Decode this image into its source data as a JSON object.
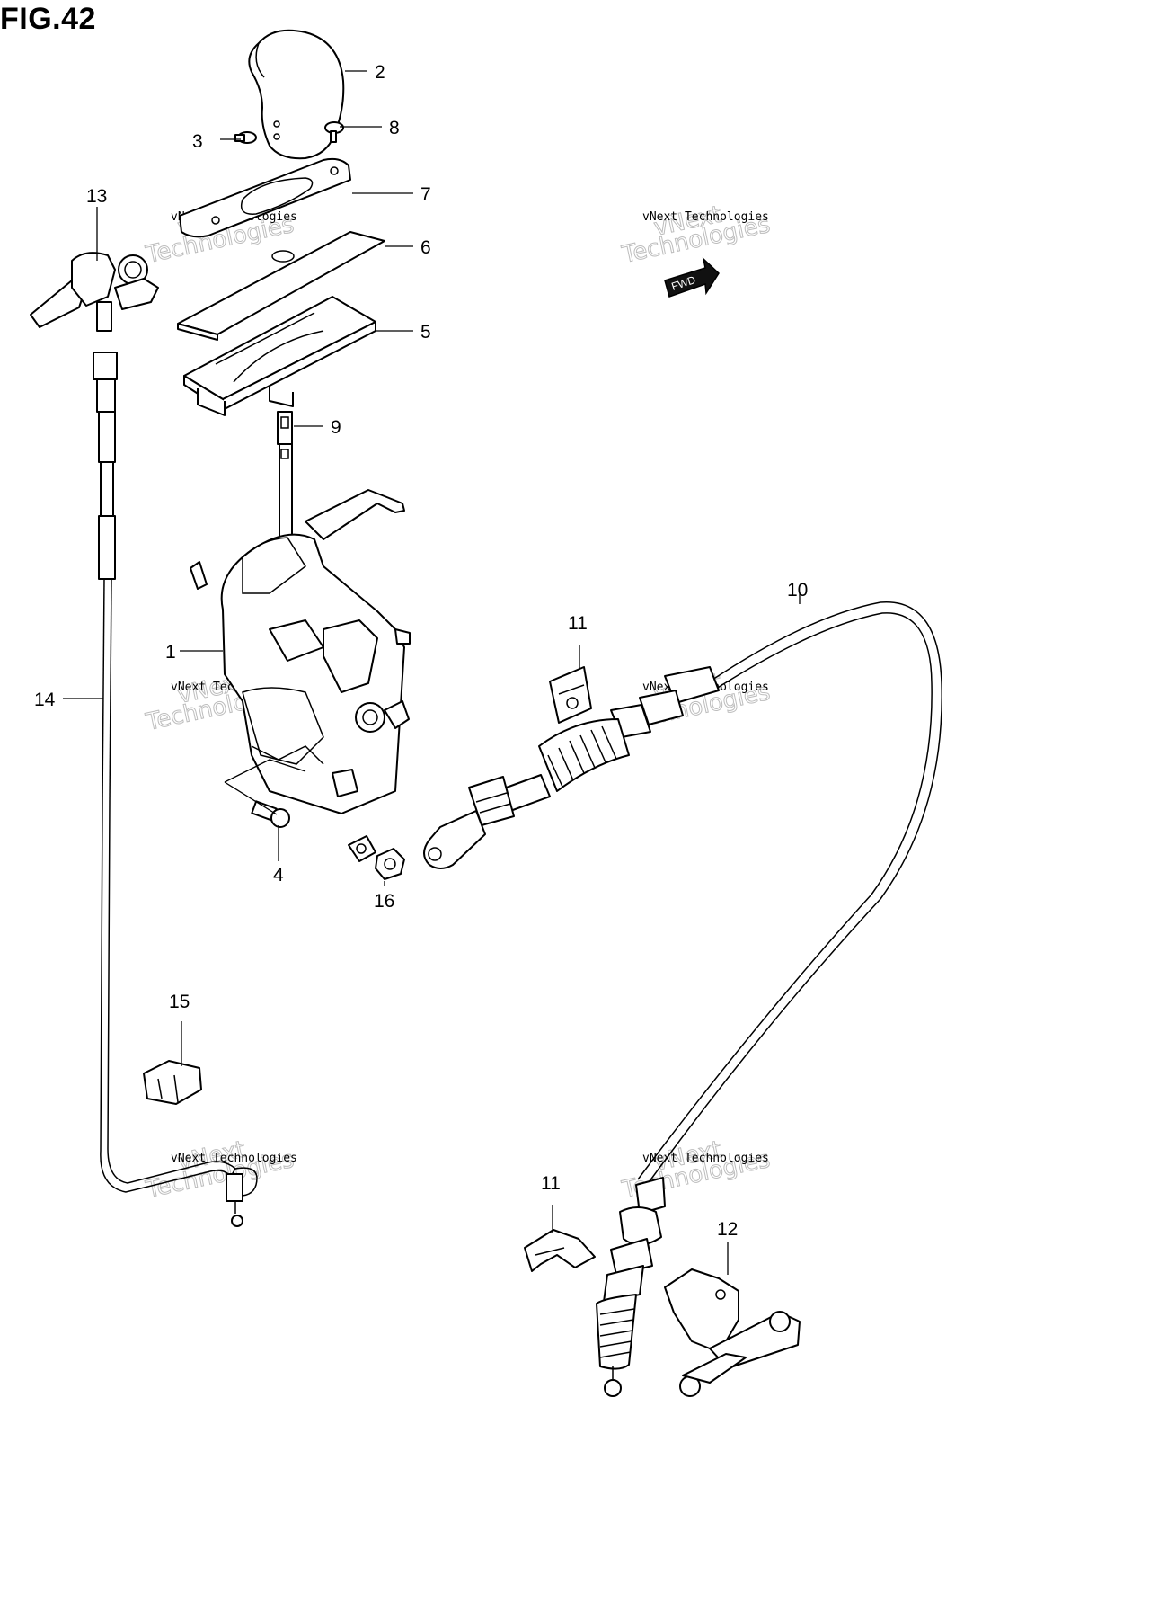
{
  "figure": {
    "title": "FIG.42"
  },
  "callouts": {
    "p1": "1",
    "p2": "2",
    "p3": "3",
    "p4": "4",
    "p5": "5",
    "p6": "6",
    "p7": "7",
    "p8": "8",
    "p9": "9",
    "p10": "10",
    "p11a": "11",
    "p11b": "11",
    "p12": "12",
    "p13": "13",
    "p14": "14",
    "p15": "15",
    "p16": "16"
  },
  "fwd_badge": "FWD",
  "watermark": {
    "line1": "vNext Technologies",
    "line2": "vNext",
    "line3": "Technologies"
  }
}
